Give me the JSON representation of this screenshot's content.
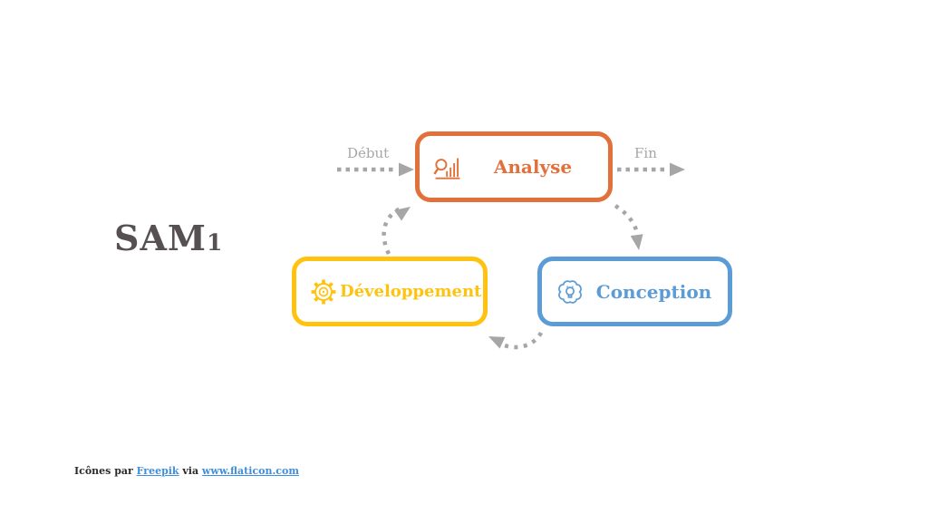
{
  "slide": {
    "title": {
      "main": "SAM",
      "subscript": "1"
    },
    "background_color": "#FFFFFF",
    "title_color": "#575052"
  },
  "diagram": {
    "start_label": "Début",
    "end_label": "Fin",
    "arrow_color": "#A6A6A6",
    "nodes": [
      {
        "label": "Analyse",
        "color": "#E2703A",
        "icon": "analytics-magnifier-icon",
        "position": "top-center"
      },
      {
        "label": "Développement",
        "color": "#FFC30F",
        "icon": "gear-icon",
        "position": "bottom-left"
      },
      {
        "label": "Conception",
        "color": "#5C9CD6",
        "icon": "brain-lightbulb-icon",
        "position": "bottom-right"
      }
    ],
    "edges": [
      "Début → Analyse",
      "Analyse → Fin",
      "Analyse → Conception",
      "Conception → Développement",
      "Développement → Analyse"
    ]
  },
  "footer": {
    "prefix": "Icônes par ",
    "link1": "Freepik",
    "middle": " via ",
    "link2": "www.flaticon.com",
    "link_color": "#3F8FDE"
  }
}
